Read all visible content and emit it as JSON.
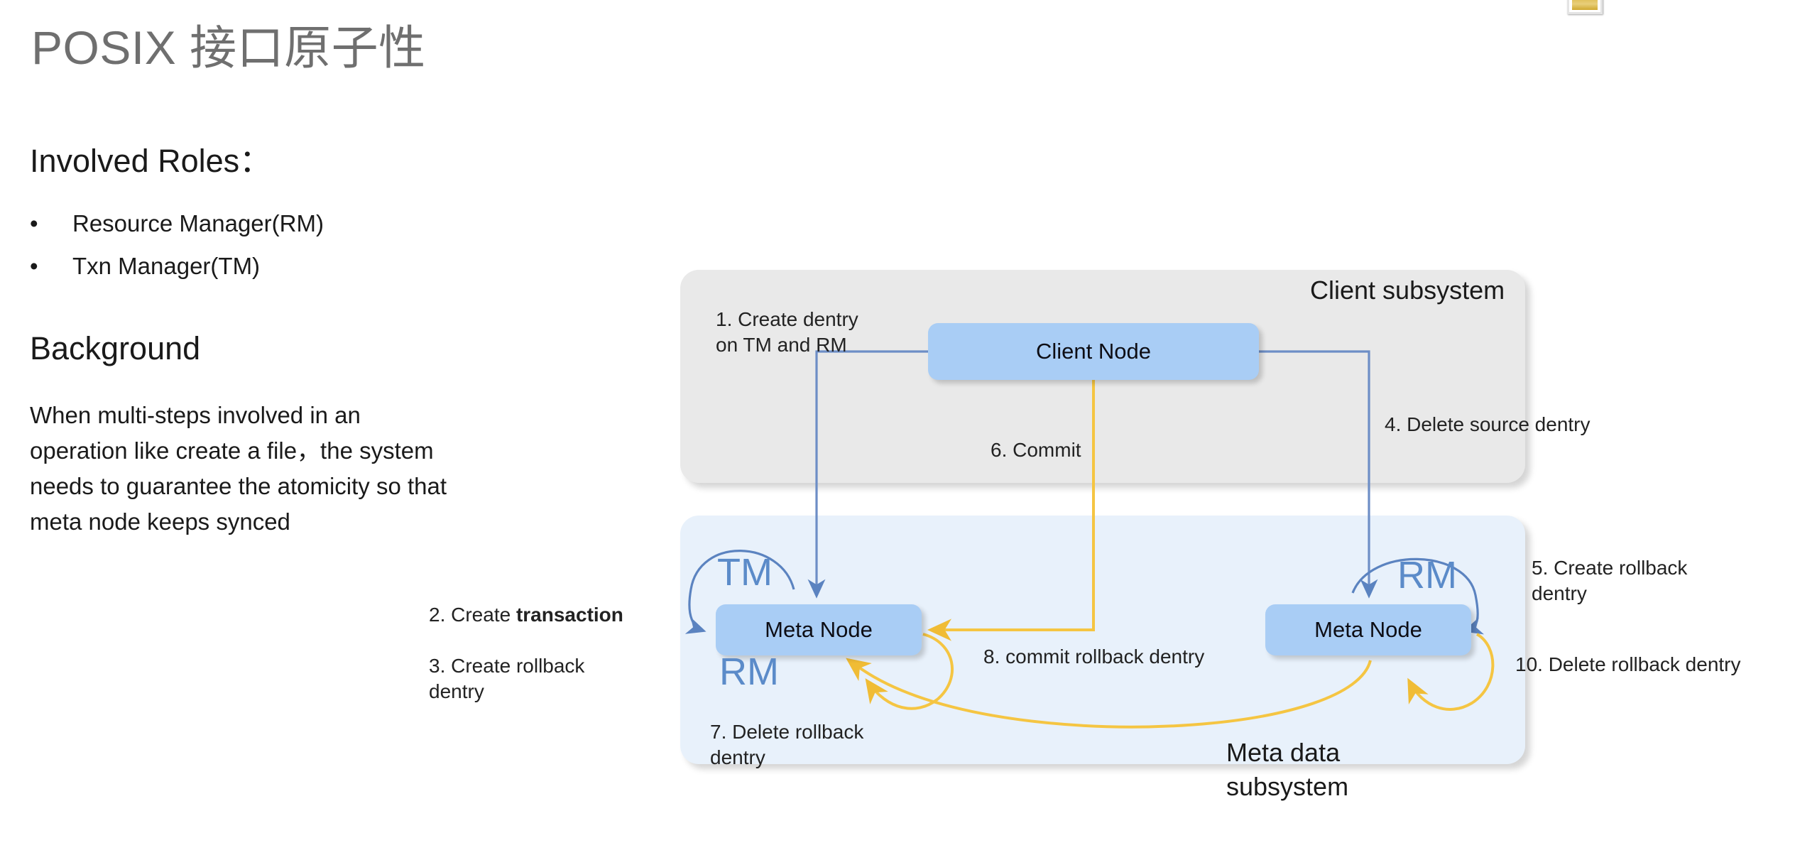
{
  "slide": {
    "title": "POSIX 接口原子性",
    "accent_blue": "#5b8bc9",
    "node_fill": "#a9cdf5",
    "client_subsystem_fill": "#e9e9e9",
    "metadata_subsystem_fill": "#e8f1fb",
    "arrow_blue": "#6d8ec6",
    "arrow_yellow": "#f5c542"
  },
  "left_panel": {
    "roles_heading": "Involved Roles：",
    "roles": [
      {
        "bullet": "•",
        "label": "Resource Manager(RM)"
      },
      {
        "bullet": "•",
        "label": "Txn Manager(TM)"
      }
    ],
    "background_heading": "Background",
    "background_paragraph": "When multi-steps involved in an operation like create a file，the system needs to guarantee the atomicity so that meta node keeps synced"
  },
  "diagram": {
    "client_subsystem_caption": "Client subsystem",
    "metadata_subsystem_caption": "Meta data\nsubsystem",
    "nodes": {
      "client_node": "Client Node",
      "meta_node_left": "Meta Node",
      "meta_node_right": "Meta Node"
    },
    "role_labels": {
      "tm": "TM",
      "rm_left": "RM",
      "rm_right": "RM"
    },
    "steps": {
      "step1": "1. Create dentry\non TM and RM",
      "step2_prefix": "2. Create ",
      "step2_bold": "transaction",
      "step3": "3. Create rollback\ndentry",
      "step4": "4. Delete source dentry",
      "step5": "5. Create rollback\ndentry",
      "step6": "6. Commit",
      "step7": "7. Delete rollback\ndentry",
      "step8": "8. commit rollback dentry",
      "step10": "10. Delete rollback dentry"
    }
  }
}
